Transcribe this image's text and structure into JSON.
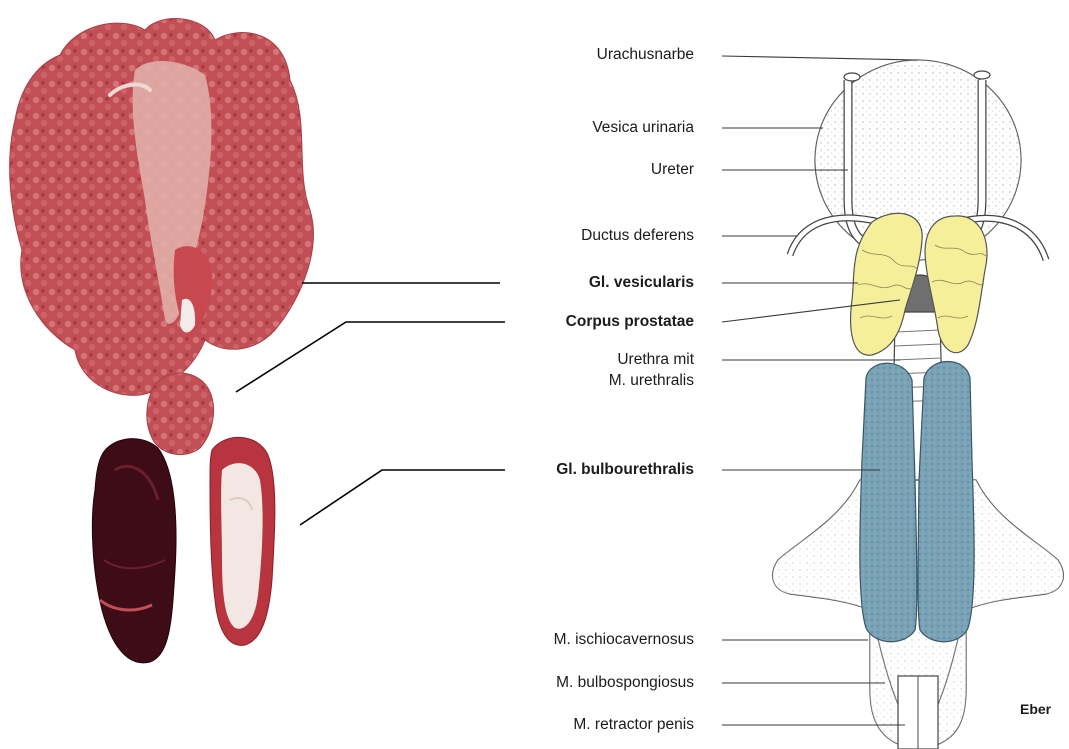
{
  "labels": {
    "urachusnarbe": "Urachusnarbe",
    "vesica_urinaria": "Vesica urinaria",
    "ureter": "Ureter",
    "ductus_deferens": "Ductus deferens",
    "gl_vesicularis": "Gl. vesicularis",
    "corpus_prostatae": "Corpus prostatae",
    "urethra_line1": "Urethra mit",
    "urethra_line2": "M. urethralis",
    "gl_bulbourethralis": "Gl. bulbourethralis",
    "m_ischiocavernosus": "M. ischiocavernosus",
    "m_bulbospongiosus": "M. bulbospongiosus",
    "m_retractor_penis": "M. retractor penis"
  },
  "signature": "Eber",
  "colors": {
    "vesicular_gland": "#f5ef9a",
    "bulbourethral_gland": "#7aa3b8",
    "tissue_red": "#c0454a",
    "tissue_dark": "#3a0b14",
    "leader_line": "#000000"
  }
}
